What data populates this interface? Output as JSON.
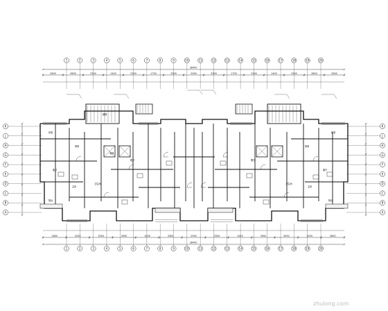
{
  "drawing": {
    "top_axes_labels": [
      "1",
      "2",
      "3",
      "4",
      "5",
      "6",
      "7",
      "8",
      "9",
      "10",
      "11",
      "12",
      "13",
      "14",
      "15",
      "16",
      "17",
      "18",
      "19",
      "20"
    ],
    "bottom_axes_labels": [
      "1",
      "2",
      "3",
      "4",
      "5",
      "6",
      "7",
      "8",
      "9",
      "10",
      "11",
      "12",
      "13",
      "14",
      "15",
      "16",
      "17",
      "18",
      "19",
      "20"
    ],
    "left_axes_labels": [
      "K",
      "J",
      "H",
      "G",
      "F",
      "E",
      "D",
      "C",
      "B",
      "A"
    ],
    "right_axes_labels": [
      "K",
      "J",
      "H",
      "G",
      "F",
      "E",
      "D",
      "C",
      "B",
      "A"
    ],
    "top_dims_row1": [
      "2800",
      "3800",
      "2500",
      "1400",
      "2500",
      "1700",
      "3300",
      "2900",
      "3300",
      "1700",
      "2500",
      "1400",
      "2500",
      "3800",
      "2800"
    ],
    "top_total": "38400",
    "bottom_dims_row1": [
      "2800",
      "3250",
      "3050",
      "3900",
      "1050",
      "3300",
      "2900",
      "3300",
      "1050",
      "3900",
      "3050",
      "3250",
      "2800"
    ],
    "bottom_total": "38400",
    "room_labels": [
      "卧室",
      "客厅",
      "厨房",
      "卫生间",
      "餐厅",
      "阳台",
      "电梯",
      "楼梯",
      "主卧",
      "卧室",
      "客厅",
      "厨房",
      "卫生间",
      "餐厅",
      "阳台",
      "主卧"
    ],
    "watermark": "zhulong.com"
  }
}
